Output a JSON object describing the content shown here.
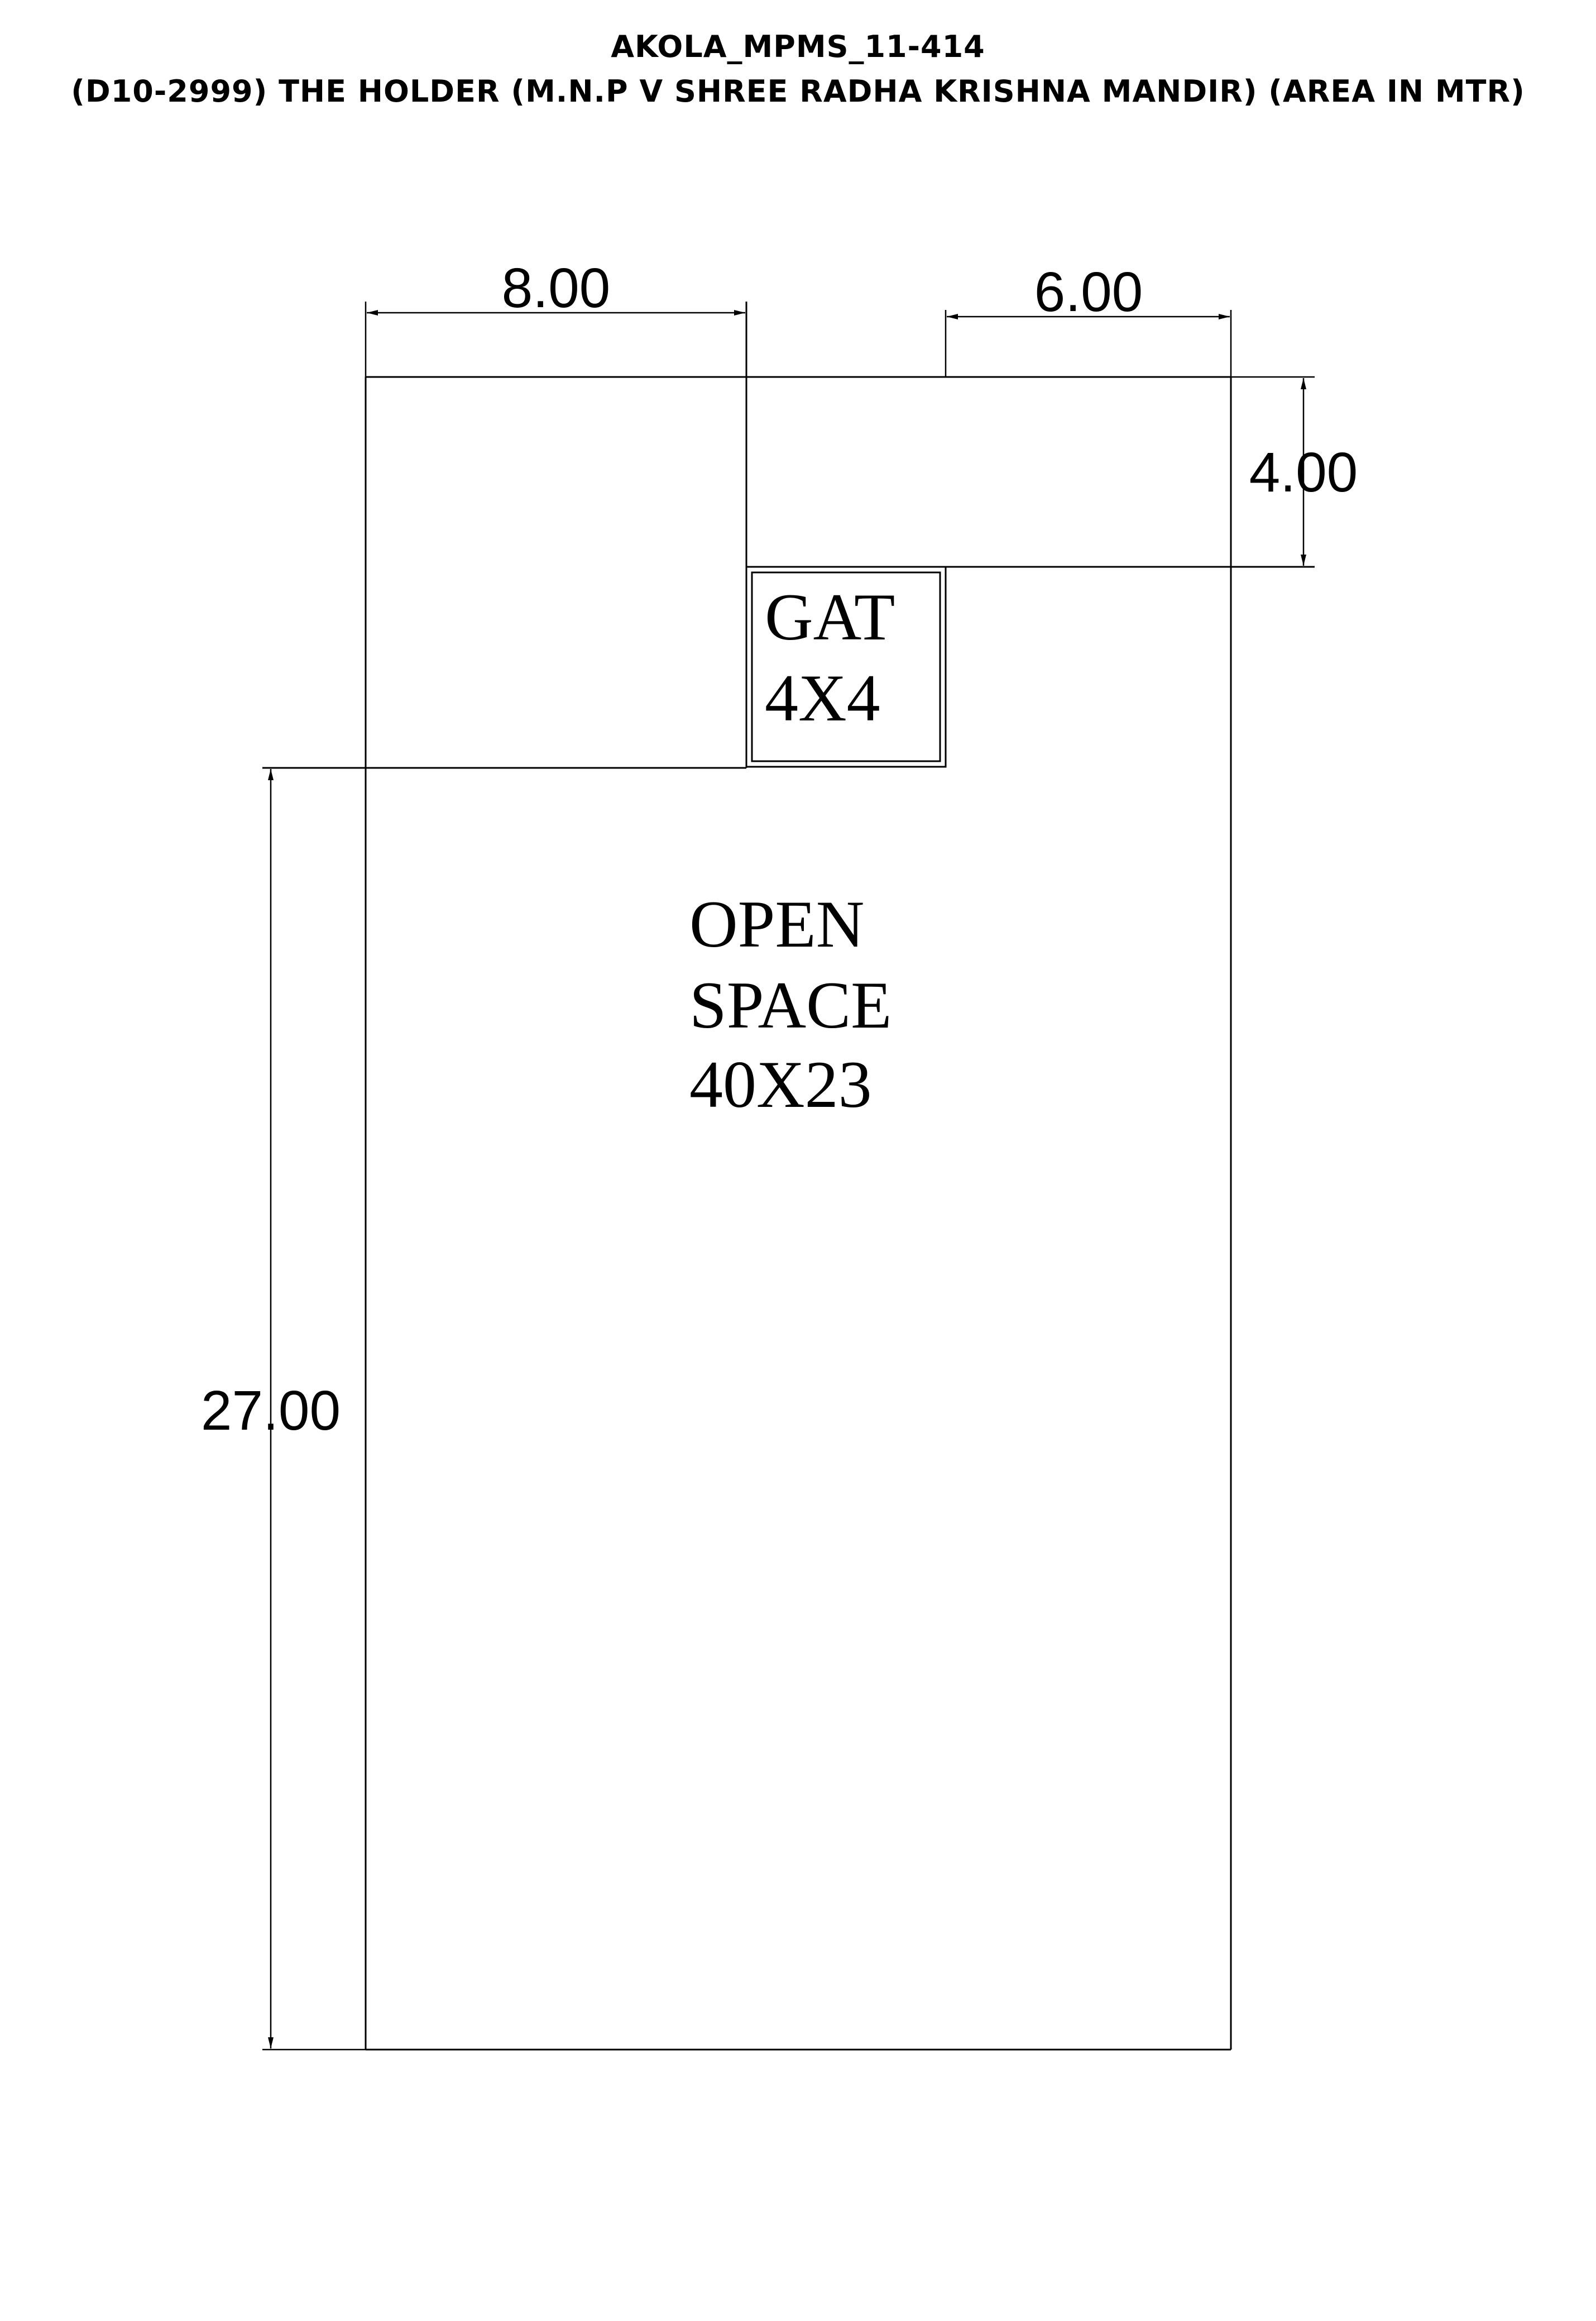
{
  "header": {
    "title": "AKOLA_MPMS_11-414",
    "subtitle": "(D10-2999) THE HOLDER (M.N.P V SHREE RADHA KRISHNA MANDIR) (AREA IN MTR)"
  },
  "dimensions": {
    "top_left_width": "8.00",
    "top_right_width": "6.00",
    "right_height": "4.00",
    "left_height": "27.00"
  },
  "rooms": {
    "gat": {
      "line1": "GAT",
      "line2": "4X4"
    },
    "open_space": {
      "line1": "OPEN",
      "line2": "SPACE",
      "line3": "40X23"
    }
  },
  "colors": {
    "line": "#000000",
    "background": "#ffffff"
  }
}
